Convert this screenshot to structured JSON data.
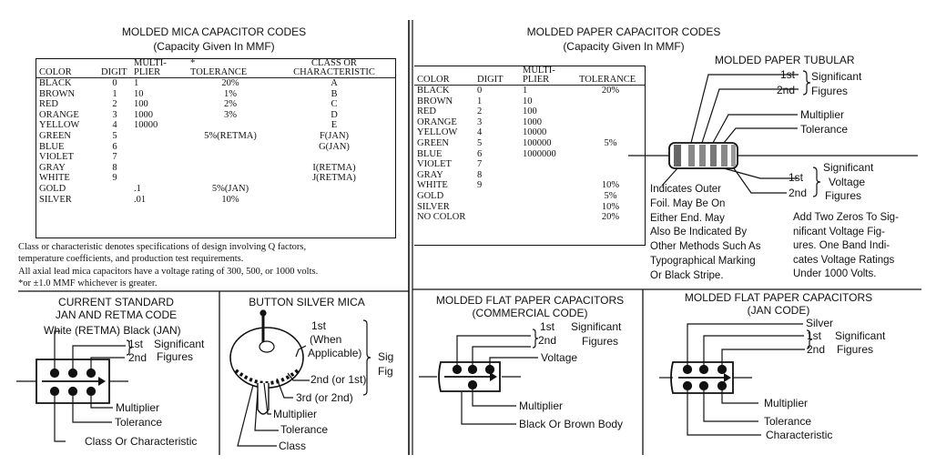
{
  "mica": {
    "title": "MOLDED MICA CAPACITOR CODES",
    "subtitle": "(Capacity Given In MMF)",
    "headers": {
      "multi1": "MULTI-",
      "multi2": "PLIER",
      "color": "COLOR",
      "digit": "DIGIT",
      "tol_mark": "*",
      "tolerance": "TOLERANCE",
      "class1": "CLASS OR",
      "class2": "CHARACTERISTIC"
    },
    "rows": [
      {
        "color": "BLACK",
        "digit": "0",
        "mult": "1",
        "tol": "20%",
        "cls": "A"
      },
      {
        "color": "BROWN",
        "digit": "1",
        "mult": "10",
        "tol": "1%",
        "cls": "B"
      },
      {
        "color": "RED",
        "digit": "2",
        "mult": "100",
        "tol": "2%",
        "cls": "C"
      },
      {
        "color": "ORANGE",
        "digit": "3",
        "mult": "1000",
        "tol": "3%",
        "cls": "D"
      },
      {
        "color": "YELLOW",
        "digit": "4",
        "mult": "10000",
        "tol": "",
        "cls": "E"
      },
      {
        "color": "GREEN",
        "digit": "5",
        "mult": "",
        "tol": "5%(RETMA)",
        "cls": "F(JAN)"
      },
      {
        "color": "BLUE",
        "digit": "6",
        "mult": "",
        "tol": "",
        "cls": "G(JAN)"
      },
      {
        "color": "VIOLET",
        "digit": "7",
        "mult": "",
        "tol": "",
        "cls": ""
      },
      {
        "color": "GRAY",
        "digit": "8",
        "mult": "",
        "tol": "",
        "cls": "I(RETMA)"
      },
      {
        "color": "WHITE",
        "digit": "9",
        "mult": "",
        "tol": "",
        "cls": "J(RETMA)"
      },
      {
        "color": "GOLD",
        "digit": "",
        "mult": ".1",
        "tol": "5%(JAN)",
        "cls": ""
      },
      {
        "color": "SILVER",
        "digit": "",
        "mult": ".01",
        "tol": "10%",
        "cls": ""
      }
    ],
    "notes": [
      "Class or characteristic denotes specifications of design involving Q factors,",
      "temperature coefficients, and production test requirements.",
      "All axial lead mica capacitors have a voltage rating of 300, 500, or 1000 volts.",
      "*or ±1.0 MMF whichever is greater."
    ]
  },
  "paper": {
    "title": "MOLDED PAPER CAPACITOR CODES",
    "subtitle": "(Capacity Given In MMF)",
    "headers": {
      "multi1": "MULTI-",
      "multi2": "PLIER",
      "color": "COLOR",
      "digit": "DIGIT",
      "tolerance": "TOLERANCE"
    },
    "rows": [
      {
        "color": "BLACK",
        "digit": "0",
        "mult": "1",
        "tol": "20%"
      },
      {
        "color": "BROWN",
        "digit": "1",
        "mult": "10",
        "tol": ""
      },
      {
        "color": "RED",
        "digit": "2",
        "mult": "100",
        "tol": ""
      },
      {
        "color": "ORANGE",
        "digit": "3",
        "mult": "1000",
        "tol": ""
      },
      {
        "color": "YELLOW",
        "digit": "4",
        "mult": "10000",
        "tol": ""
      },
      {
        "color": "GREEN",
        "digit": "5",
        "mult": "100000",
        "tol": "5%"
      },
      {
        "color": "BLUE",
        "digit": "6",
        "mult": "1000000",
        "tol": ""
      },
      {
        "color": "VIOLET",
        "digit": "7",
        "mult": "",
        "tol": ""
      },
      {
        "color": "GRAY",
        "digit": "8",
        "mult": "",
        "tol": ""
      },
      {
        "color": "WHITE",
        "digit": "9",
        "mult": "",
        "tol": "10%"
      },
      {
        "color": "GOLD",
        "digit": "",
        "mult": "",
        "tol": "5%"
      },
      {
        "color": "SILVER",
        "digit": "",
        "mult": "",
        "tol": "10%"
      },
      {
        "color": "NO COLOR",
        "digit": "",
        "mult": "",
        "tol": "20%"
      }
    ]
  },
  "tubular": {
    "title": "MOLDED PAPER TUBULAR",
    "first": "1st",
    "second": "2nd",
    "significant": "Significant",
    "figures": "Figures",
    "multiplier": "Multiplier",
    "tolerance": "Tolerance",
    "v_first": "1st",
    "v_second": "2nd",
    "v_significant": "Significant",
    "v_voltage": "Voltage",
    "v_figures": "Figures",
    "foil_lines": [
      "Indicates Outer",
      "Foil. May Be On",
      "Either End. May",
      "Also Be Indicated By",
      "Other Methods Such As",
      "Typographical Marking",
      "Or Black Stripe."
    ],
    "zeros_lines": [
      "Add Two Zeros To Sig-",
      "nificant Voltage Fig-",
      "ures.  One Band Indi-",
      "cates Voltage Ratings",
      "Under 1000 Volts."
    ]
  },
  "current": {
    "title1": "CURRENT STANDARD",
    "title2": "JAN AND RETMA CODE",
    "white_black": "White (RETMA)  Black (JAN)",
    "first": "1st",
    "second": "2nd",
    "significant": "Significant",
    "figures": "Figures",
    "multiplier": "Multiplier",
    "tolerance": "Tolerance",
    "class": "Class Or Characteristic"
  },
  "button": {
    "title": "BUTTON SILVER MICA",
    "first": "1st",
    "when": "(When",
    "applicable": "Applicable)",
    "second": "2nd (or 1st)",
    "third": "3rd (or 2nd)",
    "sig": "Sig",
    "fig": "Fig",
    "multiplier": "Multiplier",
    "tolerance": "Tolerance",
    "class": "Class"
  },
  "flat_commercial": {
    "title1": "MOLDED FLAT PAPER CAPACITORS",
    "title2": "(COMMERCIAL CODE)",
    "first": "1st",
    "second": "2nd",
    "significant": "Significant",
    "figures": "Figures",
    "voltage": "Voltage",
    "multiplier": "Multiplier",
    "body": "Black Or Brown Body"
  },
  "flat_jan": {
    "title1": "MOLDED FLAT PAPER CAPACITORS",
    "title2": "(JAN CODE)",
    "silver": "Silver",
    "first": "1st",
    "second": "2nd",
    "significant": "Significant",
    "figures": "Figures",
    "multiplier": "Multiplier",
    "tolerance": "Tolerance",
    "characteristic": "Characteristic"
  }
}
